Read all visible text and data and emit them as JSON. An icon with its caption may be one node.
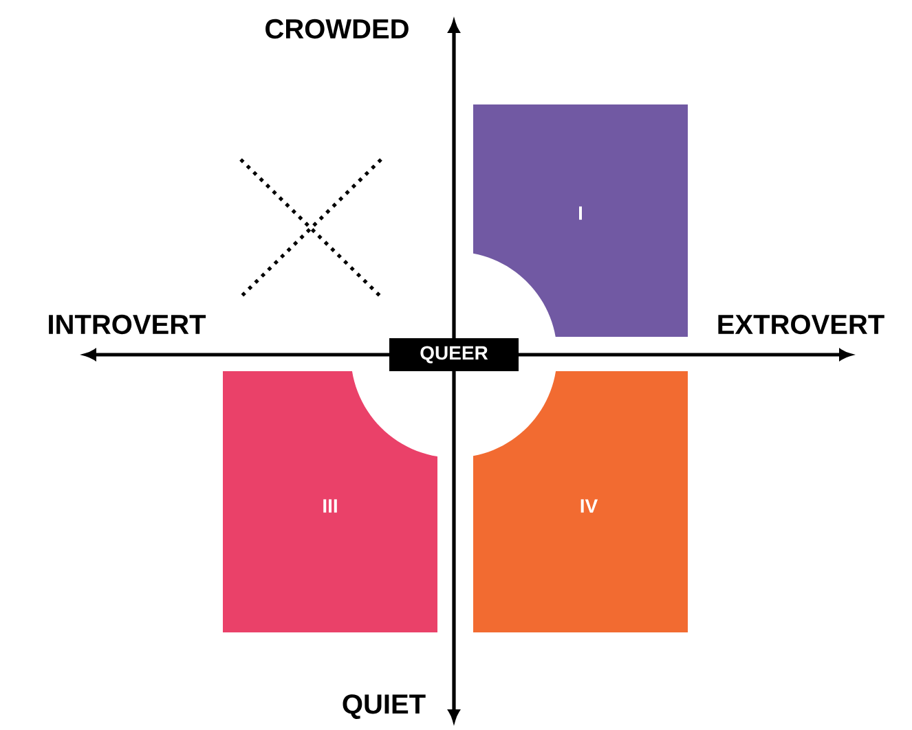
{
  "diagram": {
    "nodes": [
      {
        "text": [
          "I"
        ]
      },
      {
        "text": [
          "QUEER"
        ]
      },
      {
        "text": [
          "III"
        ]
      },
      {
        "text": [
          "IV"
        ]
      }
    ],
    "labels": [
      "CROWDED",
      "INTROVERT",
      "EXTROVERT",
      "QUIET"
    ]
  }
}
